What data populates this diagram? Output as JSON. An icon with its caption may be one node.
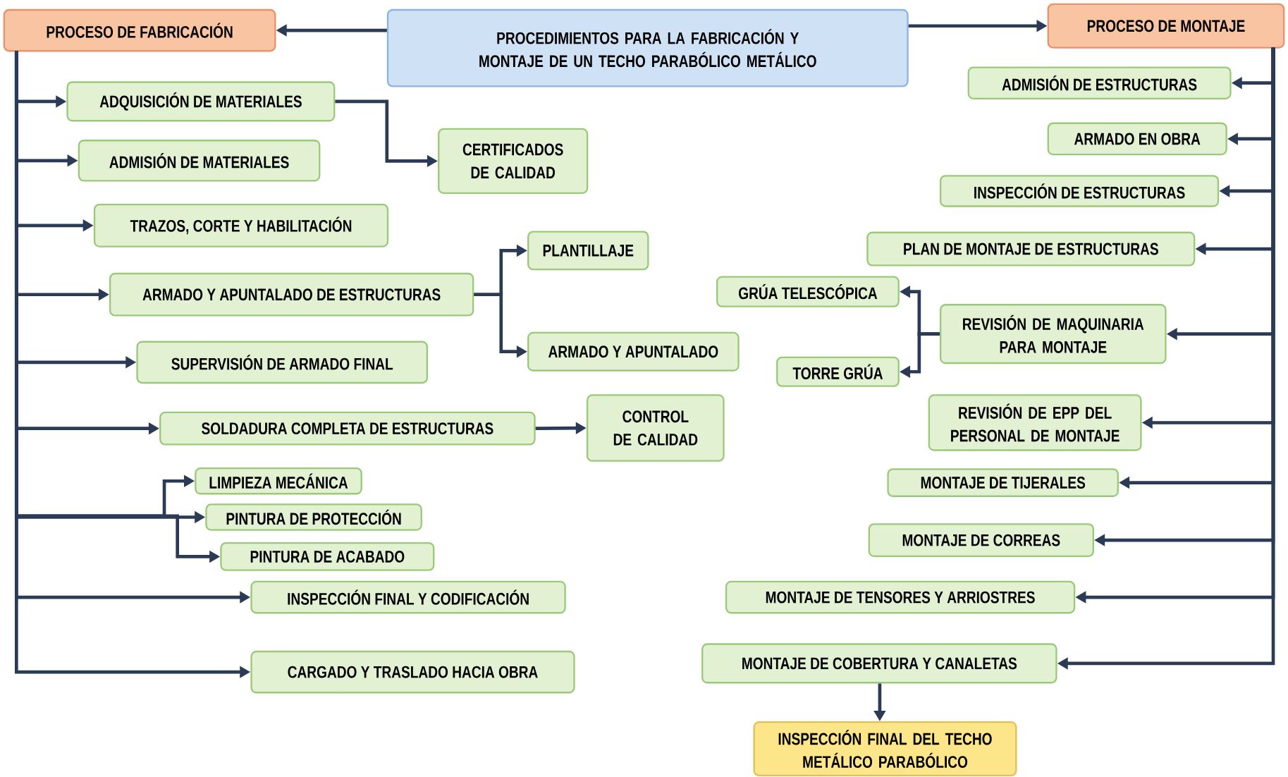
{
  "diagram": {
    "nodes": [
      {
        "text": [
          "PROCEDIMIENTOS PARA LA FABRICACIÓN Y MONTAJE DE UN TECHO PARABÓLICO METÁLICO"
        ]
      },
      {
        "text": [
          "PROCESO DE FABRICACIÓN"
        ]
      },
      {
        "text": [
          "PROCESO DE MONTAJE"
        ]
      },
      {
        "text": [
          "ADQUISICIÓN DE MATERIALES"
        ]
      },
      {
        "text": [
          "CERTIFICADOS DE CALIDAD"
        ]
      },
      {
        "text": [
          "ADMISIÓN DE MATERIALES"
        ]
      },
      {
        "text": [
          "TRAZOS, CORTE Y HABILITACIÓN"
        ]
      },
      {
        "text": [
          "PLANTILLAJE"
        ]
      },
      {
        "text": [
          "ARMADO Y APUNTALADO DE ESTRUCTURAS"
        ]
      },
      {
        "text": [
          "ARMADO Y APUNTALADO"
        ]
      },
      {
        "text": [
          "SUPERVISIÓN DE ARMADO FINAL"
        ]
      },
      {
        "text": [
          "SOLDADURA COMPLETA DE ESTRUCTURAS"
        ]
      },
      {
        "text": [
          "CONTROL DE CALIDAD"
        ]
      },
      {
        "text": [
          "LIMPIEZA MECÁNICA"
        ]
      },
      {
        "text": [
          "PINTURA DE PROTECCIÓN"
        ]
      },
      {
        "text": [
          "PINTURA DE ACABADO"
        ]
      },
      {
        "text": [
          "INSPECCIÓN FINAL Y CODIFICACIÓN"
        ]
      },
      {
        "text": [
          "CARGADO Y TRASLADO HACIA OBRA"
        ]
      },
      {
        "text": [
          "ADMISIÓN DE ESTRUCTURAS"
        ]
      },
      {
        "text": [
          "ARMADO EN OBRA"
        ]
      },
      {
        "text": [
          "INSPECCIÓN DE ESTRUCTURAS"
        ]
      },
      {
        "text": [
          "PLAN DE MONTAJE DE ESTRUCTURAS"
        ]
      },
      {
        "text": [
          "GRÚA TELESCÓPICA"
        ]
      },
      {
        "text": [
          "REVISIÓN DE MAQUINARIA PARA MONTAJE"
        ]
      },
      {
        "text": [
          "TORRE GRÚA"
        ]
      },
      {
        "text": [
          "REVISIÓN DE EPP DEL PERSONAL DE MONTAJE"
        ]
      },
      {
        "text": [
          "MONTAJE DE TIJERALES"
        ]
      },
      {
        "text": [
          "MONTAJE DE CORREAS"
        ]
      },
      {
        "text": [
          "MONTAJE DE TENSORES Y ARRIOSTRES"
        ]
      },
      {
        "text": [
          "MONTAJE DE COBERTURA Y CANALETAS"
        ]
      },
      {
        "text": [
          "INSPECCIÓN FINAL DEL TECHO METÁLICO PARABÓLICO"
        ]
      }
    ],
    "edges": [
      {
        "from": 0,
        "to": 1,
        "arrow": "to"
      },
      {
        "from": 0,
        "to": 2,
        "arrow": "to"
      },
      {
        "from": 1,
        "to": 3,
        "arrow": "to"
      },
      {
        "from": 1,
        "to": 5,
        "arrow": "to"
      },
      {
        "from": 1,
        "to": 6,
        "arrow": "to"
      },
      {
        "from": 1,
        "to": 8,
        "arrow": "to"
      },
      {
        "from": 1,
        "to": 10,
        "arrow": "to"
      },
      {
        "from": 1,
        "to": 11,
        "arrow": "to"
      },
      {
        "from": 1,
        "to": 13,
        "arrow": "to"
      },
      {
        "from": 1,
        "to": 14,
        "arrow": "to"
      },
      {
        "from": 1,
        "to": 15,
        "arrow": "to"
      },
      {
        "from": 1,
        "to": 16,
        "arrow": "to"
      },
      {
        "from": 1,
        "to": 17,
        "arrow": "to"
      },
      {
        "from": 3,
        "to": 4,
        "arrow": "to"
      },
      {
        "from": 8,
        "to": 7,
        "arrow": "to"
      },
      {
        "from": 8,
        "to": 9,
        "arrow": "to"
      },
      {
        "from": 11,
        "to": 12,
        "arrow": "to"
      },
      {
        "from": 2,
        "to": 18,
        "arrow": "to"
      },
      {
        "from": 2,
        "to": 19,
        "arrow": "to"
      },
      {
        "from": 2,
        "to": 20,
        "arrow": "to"
      },
      {
        "from": 2,
        "to": 21,
        "arrow": "to"
      },
      {
        "from": 2,
        "to": 23,
        "arrow": "to"
      },
      {
        "from": 23,
        "to": 22,
        "arrow": "to"
      },
      {
        "from": 23,
        "to": 24,
        "arrow": "to"
      },
      {
        "from": 2,
        "to": 25,
        "arrow": "to"
      },
      {
        "from": 2,
        "to": 26,
        "arrow": "to"
      },
      {
        "from": 2,
        "to": 27,
        "arrow": "to"
      },
      {
        "from": 2,
        "to": 28,
        "arrow": "to"
      },
      {
        "from": 2,
        "to": 29,
        "arrow": "to"
      },
      {
        "from": 29,
        "to": 30,
        "arrow": "to"
      }
    ]
  }
}
